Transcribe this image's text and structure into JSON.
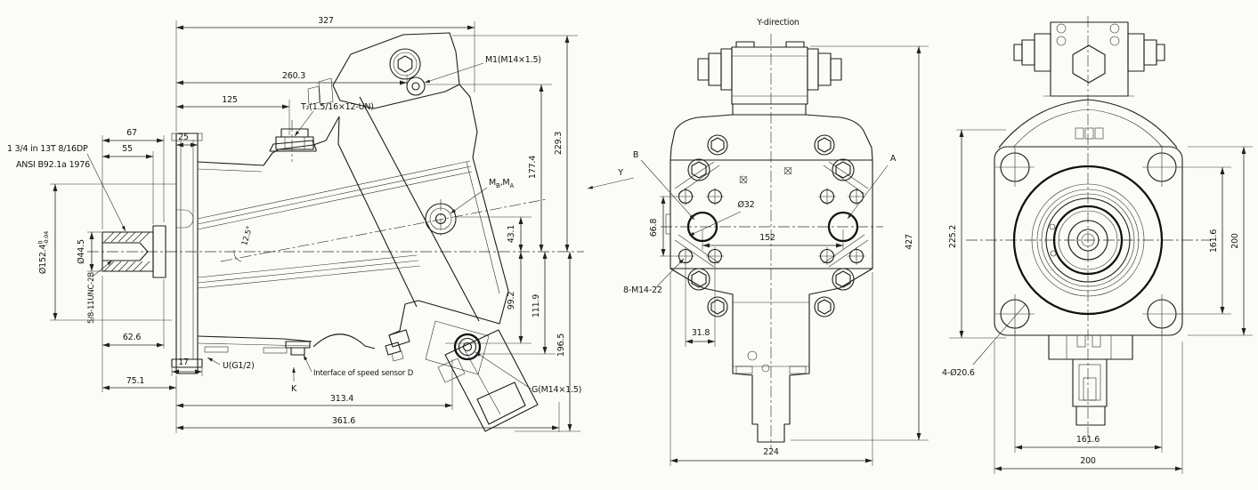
{
  "side_view": {
    "dims": {
      "d327": "327",
      "d260_3": "260.3",
      "d125": "125",
      "d25": "25",
      "d67": "67",
      "d55": "55",
      "d43_1": "43.1",
      "d177_4": "177.4",
      "d229_3": "229.3",
      "d99_2": "99.2",
      "d111_9": "111.9",
      "d196_5": "196.5",
      "d62_6": "62.6",
      "d17": "17",
      "d313_4": "313.4",
      "d361_6": "361.6",
      "d75_1": "75.1",
      "angle": "12.5°"
    },
    "shaft_spline_note1": "1 3/4 in 13T 8/16DP",
    "shaft_spline_note2": "ANSI B92.1a 1976",
    "shaft_dia": {
      "base": "Ø152.4",
      "tol_upper": "0",
      "tol_lower": "-0.04"
    },
    "shaft_dia_small": "Ø44.5",
    "shaft_thread": "5/8-11UNC-2B",
    "ports": {
      "t2": "T₂(1.5/16×12-UN)",
      "m1": "M1(M14×1.5)",
      "mb_ma": {
        "p1": "M",
        "s1": "B",
        "p2": ",M",
        "s2": "A"
      },
      "u": "U(G1/2)",
      "k": "K",
      "g": "G(M14×1.5)",
      "speed_sensor": "Interface of speed sensor D"
    }
  },
  "front_view": {
    "title": "Y-direction",
    "view_arrow": "Y",
    "port_a": "A",
    "port_b": "B",
    "holes_note": "8-M14-22",
    "dims": {
      "dia32": "Ø32",
      "d152": "152",
      "d66_8": "66.8",
      "d31_8": "31.8",
      "d427": "427",
      "d224": "224"
    }
  },
  "rear_view": {
    "holes_note": "4-Ø20.6",
    "dims": {
      "d225_2": "225.2",
      "d161_6_side": "161.6",
      "d200_side": "200",
      "d161_6_bottom": "161.6",
      "d200_bottom": "200"
    }
  },
  "colors": {
    "line": "#1c1c1c",
    "background": "#fbfbf8"
  }
}
